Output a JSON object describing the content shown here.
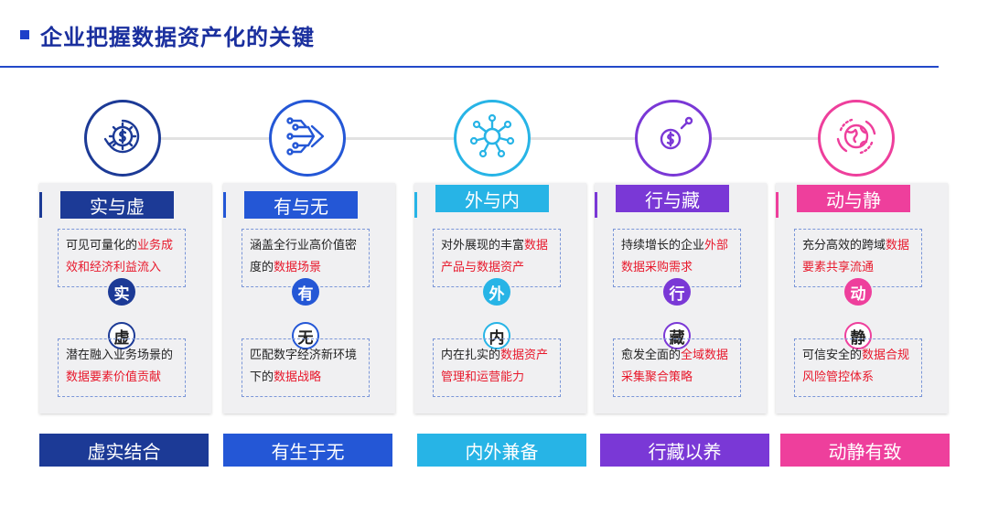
{
  "page": {
    "title": "企业把握数据资产化的关键",
    "accent_color": "#1a2f9e"
  },
  "columns": [
    {
      "color": "#1c3a96",
      "icon": "gear-dollar-cycle-icon",
      "tab": "实与虚",
      "top_text": [
        {
          "t": "可见可量化的",
          "hl": false
        },
        {
          "t": "业务成效和经济利益流入",
          "hl": true
        }
      ],
      "node_top": "实",
      "node_bottom": "虚",
      "bottom_text": [
        {
          "t": "潜在融入业务场景的",
          "hl": false
        },
        {
          "t": "数据要素价值贡献",
          "hl": true
        }
      ],
      "banner": "虚实结合"
    },
    {
      "color": "#2457d6",
      "icon": "circuit-arrow-icon",
      "tab": "有与无",
      "top_text": [
        {
          "t": "涵盖全行业高价值密度的",
          "hl": false
        },
        {
          "t": "数据场景",
          "hl": true
        }
      ],
      "node_top": "有",
      "node_bottom": "无",
      "bottom_text": [
        {
          "t": "匹配数字经济新环境下的",
          "hl": false
        },
        {
          "t": "数据战略",
          "hl": true
        }
      ],
      "banner": "有生于无"
    },
    {
      "color": "#27b4e6",
      "icon": "network-hub-icon",
      "tab": "外与内",
      "top_text": [
        {
          "t": "对外展现的丰富",
          "hl": false
        },
        {
          "t": "数据产品与数据资产",
          "hl": true
        }
      ],
      "node_top": "外",
      "node_bottom": "内",
      "bottom_text": [
        {
          "t": "内在扎实的",
          "hl": false
        },
        {
          "t": "数据资产管理和运营能力",
          "hl": true
        }
      ],
      "banner": "内外兼备"
    },
    {
      "color": "#7a38d6",
      "icon": "coin-orbit-icon",
      "tab": "行与藏",
      "top_text": [
        {
          "t": "持续增长的企业",
          "hl": false
        },
        {
          "t": "外部数据采购需求",
          "hl": true
        }
      ],
      "node_top": "行",
      "node_bottom": "藏",
      "bottom_text": [
        {
          "t": "愈发全面的",
          "hl": false
        },
        {
          "t": "全域数据采集聚合策略",
          "hl": true
        }
      ],
      "banner": "行藏以养"
    },
    {
      "color": "#ee3f9c",
      "icon": "globe-orbit-icon",
      "tab": "动与静",
      "top_text": [
        {
          "t": "充分高效的跨域",
          "hl": false
        },
        {
          "t": "数据要素共享流通",
          "hl": true
        }
      ],
      "node_top": "动",
      "node_bottom": "静",
      "bottom_text": [
        {
          "t": "可信安全的",
          "hl": false
        },
        {
          "t": "数据合规风险管控体系",
          "hl": true
        }
      ],
      "banner": "动静有致"
    }
  ]
}
